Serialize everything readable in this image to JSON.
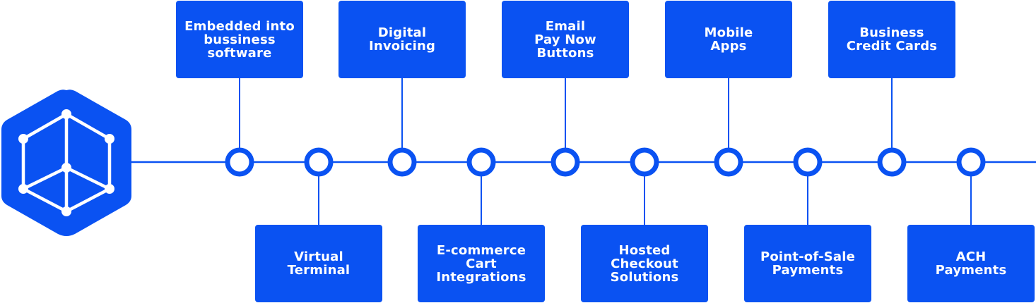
{
  "colors": {
    "primary": "#0a52f2",
    "background": "#ffffff",
    "node_fill": "#ffffff"
  },
  "logo": {
    "icon": "hexagon-cube-icon"
  },
  "nodes": [
    {
      "label": "Embedded into\nbussiness\nsoftware",
      "side": "top"
    },
    {
      "label": "Virtual\nTerminal",
      "side": "bottom"
    },
    {
      "label": "Digital\nInvoicing",
      "side": "top"
    },
    {
      "label": "E-commerce\nCart\nIntegrations",
      "side": "bottom"
    },
    {
      "label": "Email\nPay Now\nButtons",
      "side": "top"
    },
    {
      "label": "Hosted\nCheckout\nSolutions",
      "side": "bottom"
    },
    {
      "label": "Mobile\nApps",
      "side": "top"
    },
    {
      "label": "Point-of-Sale\nPayments",
      "side": "bottom"
    },
    {
      "label": "Business\nCredit Cards",
      "side": "top"
    },
    {
      "label": "ACH\nPayments",
      "side": "bottom"
    }
  ]
}
